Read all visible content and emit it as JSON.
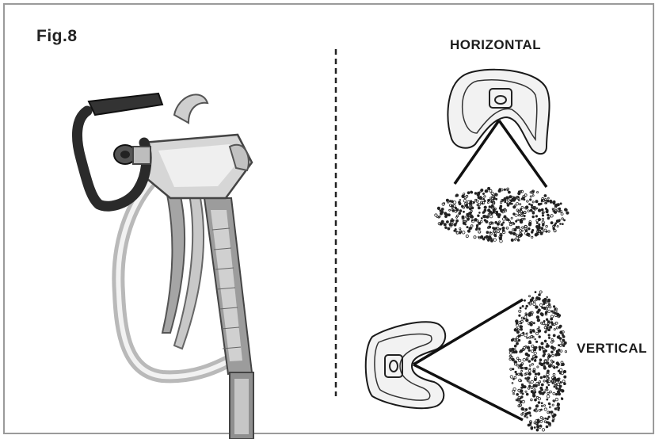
{
  "figure": {
    "label": "Fig.8"
  },
  "patterns": {
    "horizontal_label": "HORIZONTAL",
    "vertical_label": "VERTICAL"
  },
  "icons": {
    "gun": "spray-gun-icon",
    "tip": "spray-tip-icon",
    "spray": "spray-dots-icon"
  }
}
